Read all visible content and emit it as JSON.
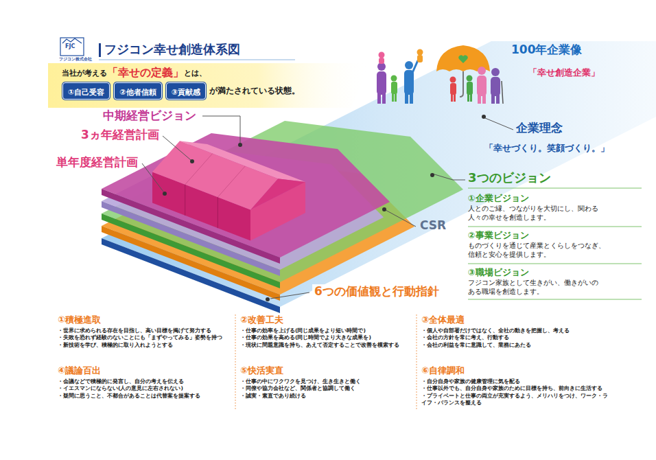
{
  "diagram": {
    "title": "フジコン幸せ創造体系図",
    "nodes": [
      {
        "text": [
          "当社が考える",
          "「幸せの定義」",
          "とは、",
          "が満たされている状態。"
        ]
      },
      {
        "text": [
          "①自己受容"
        ],
        "in": 0
      },
      {
        "text": [
          "②他者信頼"
        ],
        "in": 0
      },
      {
        "text": [
          "③貢献感"
        ],
        "in": 0
      }
    ],
    "labels": [
      "FJC",
      "フジコン株式会社",
      "100年企業像",
      "「幸せ創造企業」",
      "企業理念",
      "「幸せづくり。笑顔づくり。」",
      "3つのビジョン",
      "①企業ビジョン",
      "人とのご縁、つながりを大切にし、関わる 人々の幸せを創造します。",
      "②事業ビジョン",
      "ものづくりを通じて産業とくらしをつなぎ、 信頼と安心を提供します。",
      "③職場ビジョン",
      "フジコン家族として生きがい、働きがいの ある職場を創造します。",
      "中期経営ビジョン",
      "3ヵ年経営計画",
      "単年度経営計画",
      "CSR",
      "6つの価値観と行動指針",
      "①積極進取",
      "・世界に求められる存在を目指し、高い目標を掲げて努力する",
      "・失敗を恐れず経験のないことにも「まずやってみる」姿勢を持つ",
      "・新技術を学び、積極的に取り入れようとする",
      "②改善工夫",
      "・仕事の効率を上げる(同じ成果をより短い時間で)",
      "・仕事の効果を高める(同じ時間でより大きな成果を)",
      "・現状に問題意識を持ち、あえて否定することで改善を模索する",
      "③全体最適",
      "・個人や自部署だけではなく、全社の動きを把握し、考える",
      "・会社の方針を常に考え、行動する",
      "・会社の利益を常に意識して、業務にあたる",
      "④議論百出",
      "・会議などで積極的に発言し、自分の考えを伝える",
      "・イエスマンにならない(人の意見に左右されない)",
      "・疑問に思うこと、不都合があることは代替案を提案する",
      "⑤快活実直",
      "・仕事の中にワクワクを見つけ、生き生きと働く",
      "・同僚や協力会社など、関係者と協調して働く",
      "・誠実・素直であり続ける",
      "⑥自律調和",
      "・自分自身や家族の健康管理に気を配る",
      "・仕事以外でも、自分自身や家族のために目標を持ち、前向きに生活する",
      "・プライベートと仕事の両立が充実するよう、メリハリをつけ、ワーク・ライフ・バランスを整える"
    ]
  }
}
